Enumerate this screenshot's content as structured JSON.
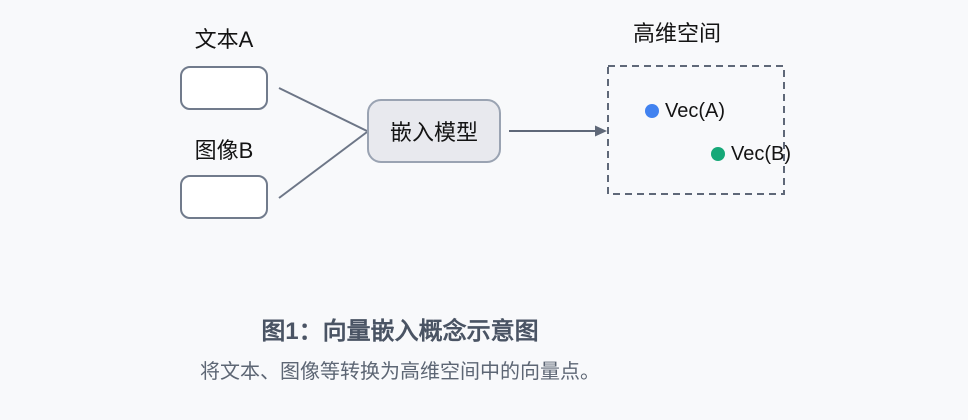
{
  "diagram": {
    "input_a": {
      "label": "文本A"
    },
    "input_b": {
      "label": "图像B"
    },
    "model": {
      "label": "嵌入模型"
    },
    "space": {
      "label": "高维空间",
      "vec_a": {
        "label": "Vec(A)"
      },
      "vec_b": {
        "label": "Vec(B)"
      }
    }
  },
  "caption": {
    "title": "图1：向量嵌入概念示意图",
    "subtitle": "将文本、图像等转换为高维空间中的向量点。"
  },
  "colors": {
    "background": "#f8f9fb",
    "connector_line": "#6d7687",
    "arrow": "#5f6878",
    "input_box_border": "#717b8c",
    "model_box_fill": "#e8e9ee",
    "model_box_border": "#9aa3b2",
    "dashed_box_border": "#5f6878",
    "vec_a_dot": "#4182f0",
    "vec_b_dot": "#16a878",
    "caption_title": "#4a5464",
    "caption_subtitle": "#5d6674"
  }
}
